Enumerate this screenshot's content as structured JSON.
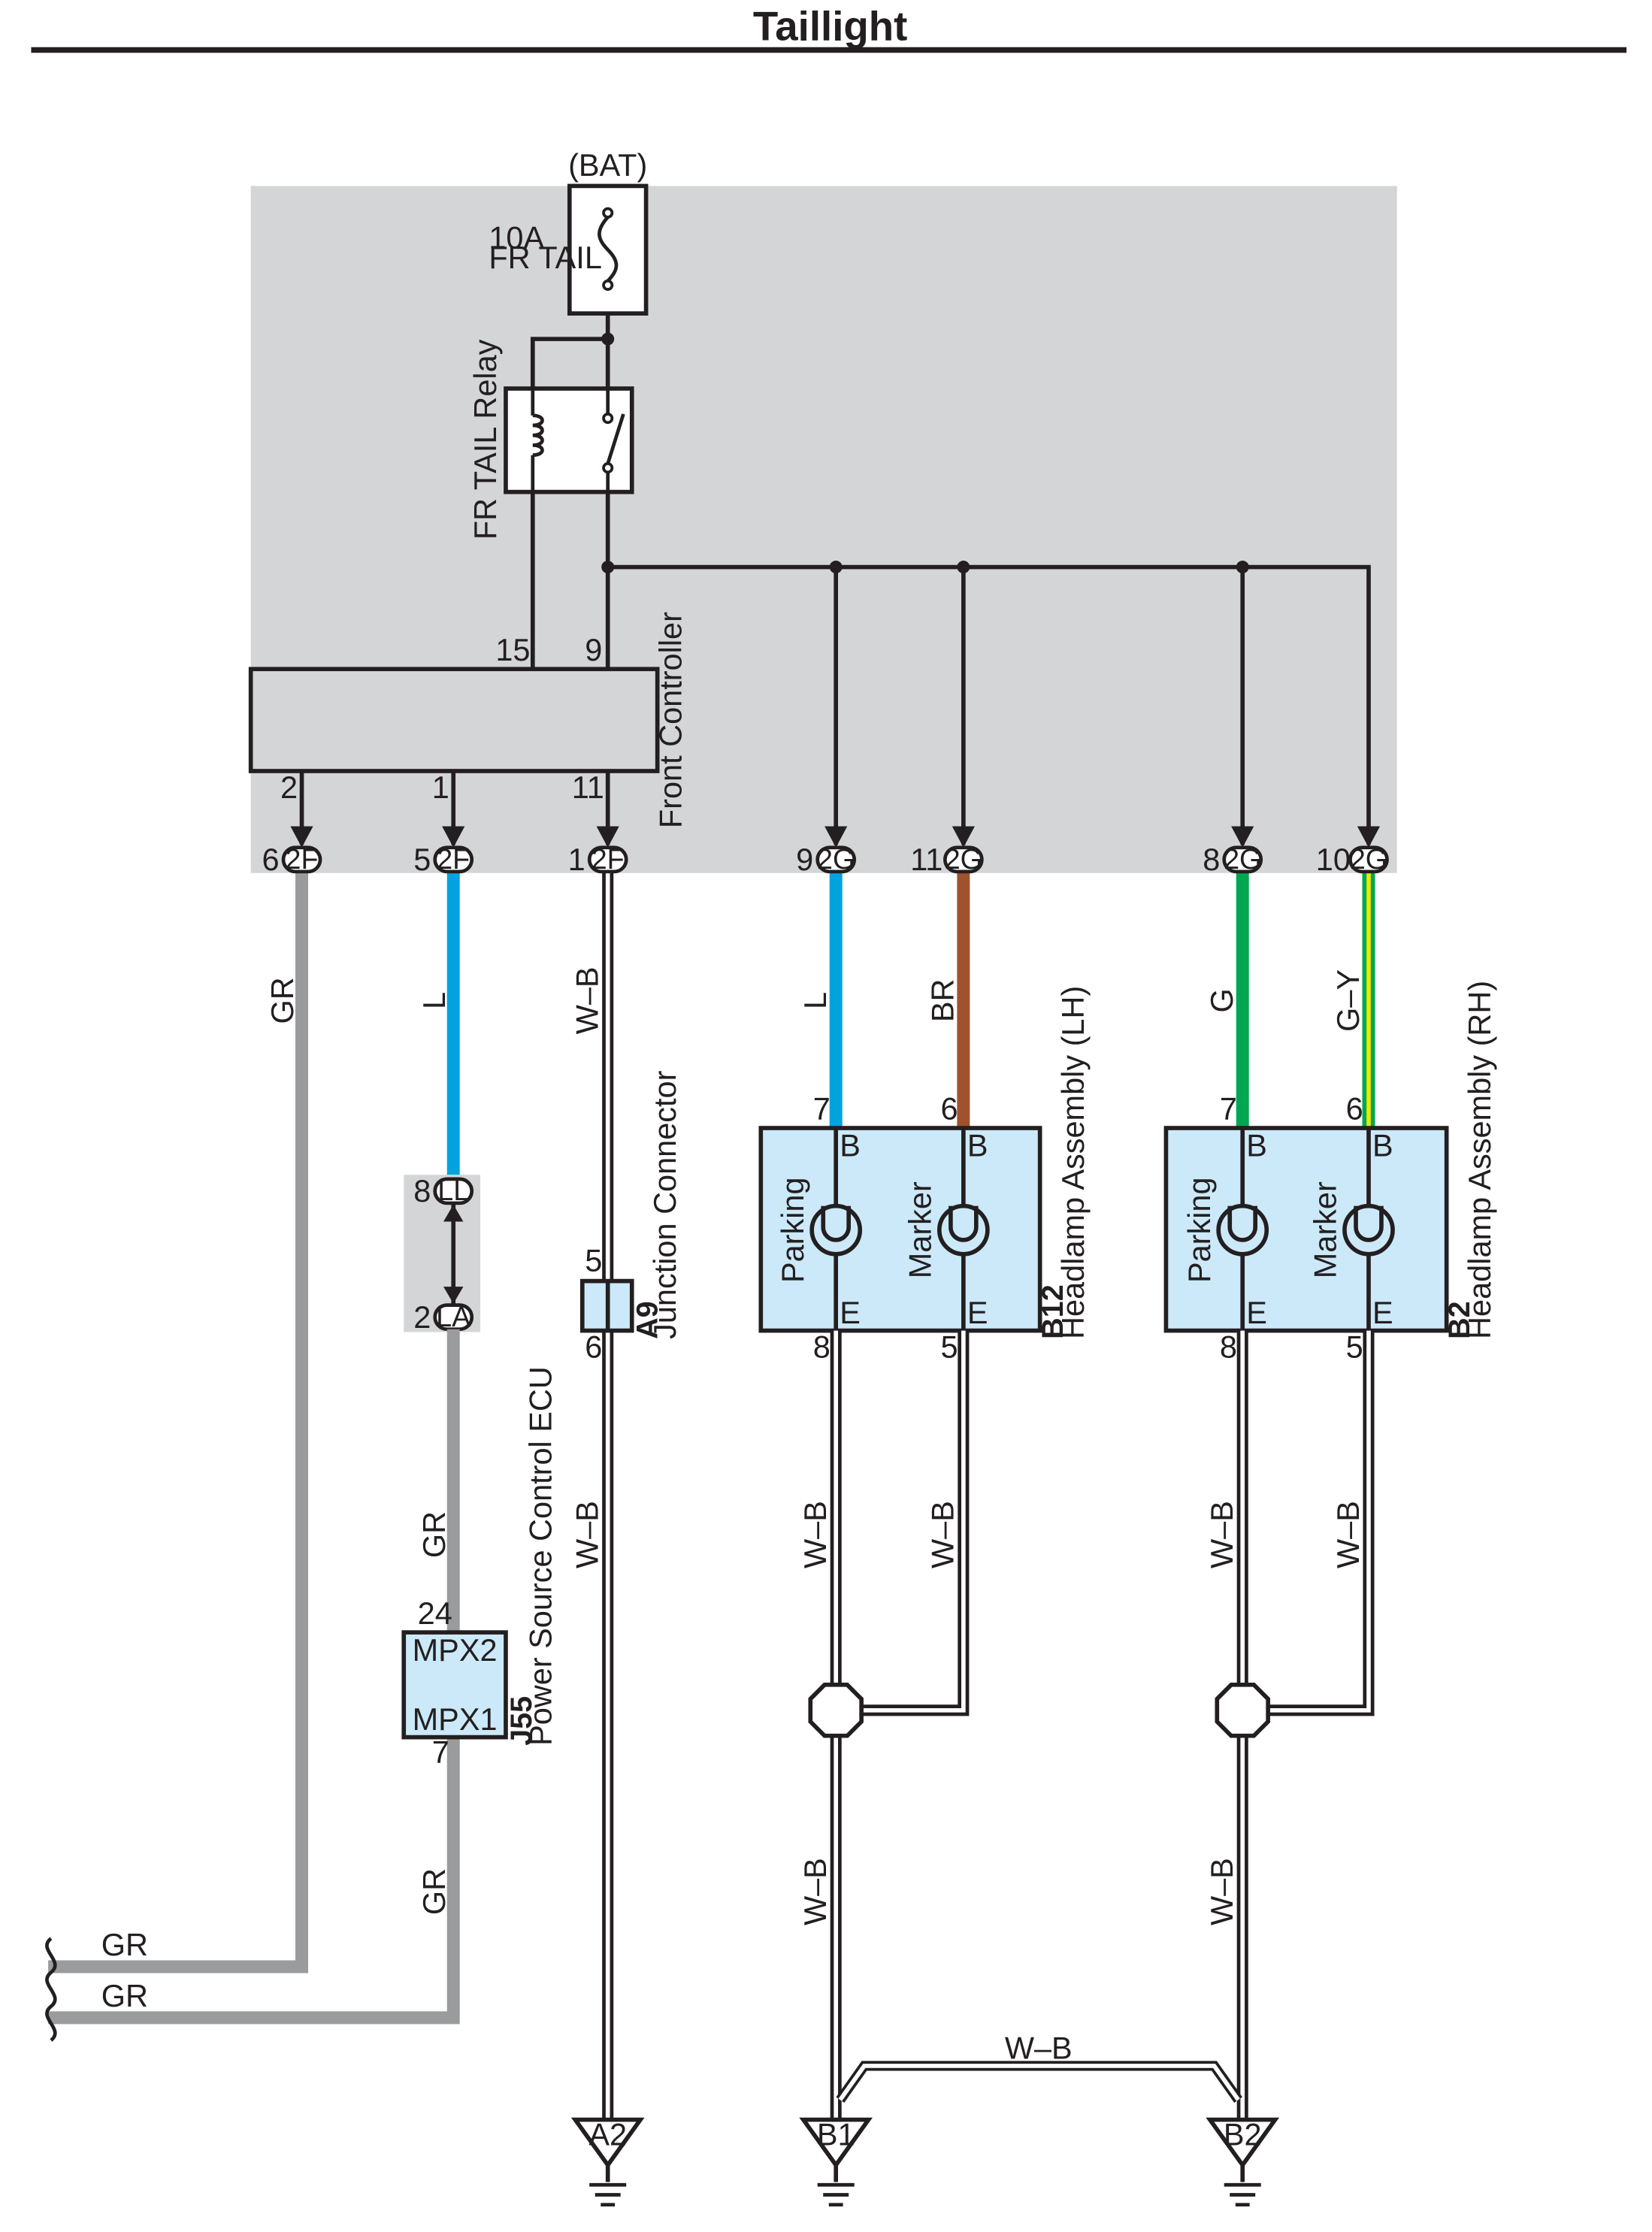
{
  "title": "Taillight",
  "colors": {
    "panel_gray": "#d4d5d6",
    "wire_blue": "#00a3e0",
    "wire_brown": "#a0522d",
    "wire_green": "#00a651",
    "wire_yellow": "#f2e600",
    "wire_gray": "#9a9b9c",
    "assembly_fill": "#cce9f9",
    "ink": "#231f20"
  },
  "fuse": {
    "source": "(BAT)",
    "amp": "10A",
    "name": "FR TAIL"
  },
  "relay": {
    "label": "FR TAIL Relay"
  },
  "front_controller": {
    "label": "Front Controller",
    "top_pins": [
      "15",
      "9"
    ],
    "bottom_pins": [
      "2",
      "1",
      "11"
    ]
  },
  "connectors": [
    {
      "pin": "6",
      "id": "2F"
    },
    {
      "pin": "5",
      "id": "2F"
    },
    {
      "pin": "1",
      "id": "2F"
    },
    {
      "pin": "9",
      "id": "2G"
    },
    {
      "pin": "11",
      "id": "2G"
    },
    {
      "pin": "8",
      "id": "2G"
    },
    {
      "pin": "10",
      "id": "2G"
    }
  ],
  "wires": {
    "gr_main": "GR",
    "l_left": "L",
    "wb_junction_top": "W–B",
    "l_lh": "L",
    "br_lh": "BR",
    "g_rh": "G",
    "gy_rh": "G–Y",
    "gr_ecu_top": "GR",
    "gr_ecu_bottom": "GR",
    "wb_junction_bottom": "W–B",
    "wb_lh_1": "W–B",
    "wb_lh_2": "W–B",
    "wb_rh_1": "W–B",
    "wb_rh_2": "W–B",
    "wb_lh_ground": "W–B",
    "wb_rh_ground": "W–B",
    "wb_bridge": "W–B",
    "gr_exit_1": "GR",
    "gr_exit_2": "GR"
  },
  "inline_connector": {
    "pin_top": "8",
    "id_top": "LL",
    "pin_bottom": "2",
    "id_bottom": "LA"
  },
  "junction_connector": {
    "code": "A9",
    "name": "Junction Connector",
    "pin_top": "5",
    "pin_bottom": "6"
  },
  "ecu": {
    "code": "J55",
    "name": "Power Source Control ECU",
    "terminal_top": "MPX2",
    "terminal_bottom": "MPX1",
    "pin_top": "24",
    "pin_bottom": "7"
  },
  "headlamp_lh": {
    "code": "B12",
    "name": "Headlamp Assembly (LH)",
    "pins_top": [
      "7",
      "6"
    ],
    "pins_bottom": [
      "8",
      "5"
    ],
    "top_terms": [
      "B",
      "B"
    ],
    "bottom_terms": [
      "E",
      "E"
    ],
    "lamps": [
      "Parking",
      "Marker"
    ]
  },
  "headlamp_rh": {
    "code": "B2",
    "name": "Headlamp Assembly (RH)",
    "pins_top": [
      "7",
      "6"
    ],
    "pins_bottom": [
      "8",
      "5"
    ],
    "top_terms": [
      "B",
      "B"
    ],
    "bottom_terms": [
      "E",
      "E"
    ],
    "lamps": [
      "Parking",
      "Marker"
    ]
  },
  "grounds": [
    "A2",
    "B1",
    "B2"
  ]
}
